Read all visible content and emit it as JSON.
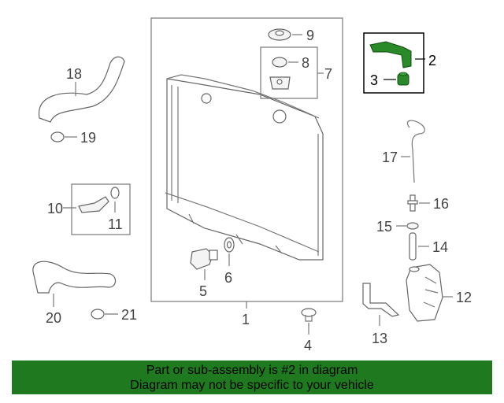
{
  "callouts": {
    "c1": "1",
    "c2": "2",
    "c3": "3",
    "c4": "4",
    "c5": "5",
    "c6": "6",
    "c7": "7",
    "c8": "8",
    "c9": "9",
    "c10": "10",
    "c11": "11",
    "c12": "12",
    "c13": "13",
    "c14": "14",
    "c15": "15",
    "c16": "16",
    "c17": "17",
    "c18": "18",
    "c19": "19",
    "c20": "20",
    "c21": "21"
  },
  "footer": {
    "line1": "Part or sub-assembly is #2 in diagram",
    "line2": "Diagram may not be specific to your vehicle"
  },
  "colors": {
    "highlight": "#1f7a1f",
    "footer_bg": "#1f7a1f"
  }
}
